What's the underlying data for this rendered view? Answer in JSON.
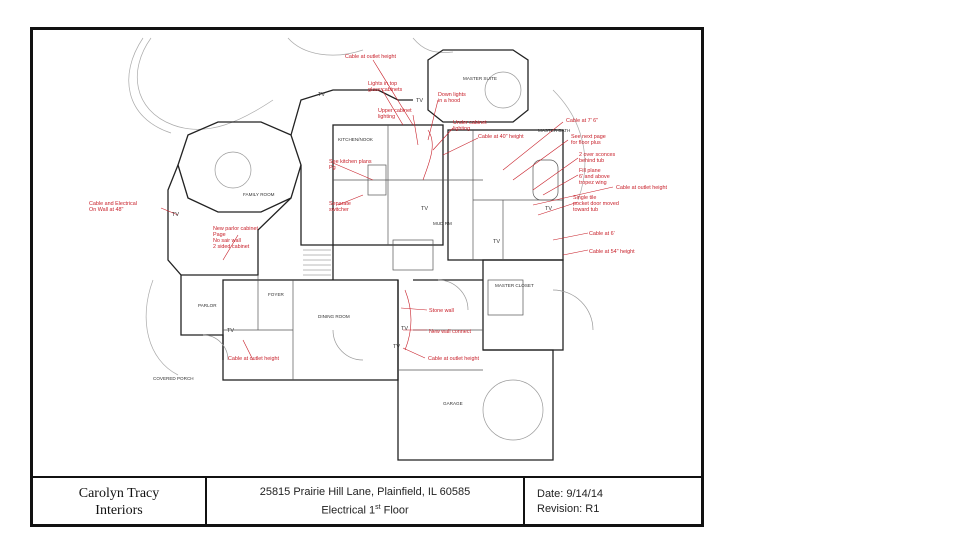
{
  "title_block": {
    "company_line1": "Carolyn Tracy",
    "company_line2": "Interiors",
    "address": "25815 Prairie Hill Lane, Plainfield, IL  60585",
    "drawing_prefix": "Electrical 1",
    "drawing_sup": "st",
    "drawing_suffix": " Floor",
    "date": "Date:  9/14/14",
    "revision": "Revision: R1"
  },
  "rooms": {
    "master_suite": "MASTER SUITE",
    "master_bath": "MASTER BATH",
    "kitchen": "KITCHEN/NOOK",
    "family_room": "FAMILY ROOM",
    "foyer": "FOYER",
    "parlor": "PARLOR",
    "dining_room": "DINING ROOM",
    "master_closet": "MASTER CLOSET",
    "garage": "GARAGE",
    "covered_porch": "COVERED PORCH",
    "mud_rm": "MUD RM"
  },
  "tv_label": "TV",
  "notes": {
    "n1": "Cable at outlet height",
    "n2": "Lights in top",
    "n2b": "glass cabinets",
    "n3": "Down lights",
    "n3b": "in a hood",
    "n4": "Upper cabinet",
    "n4b": "lighting",
    "n5": "Under cabinet",
    "n5b": "lighting",
    "n6": "Cable at 40\" height",
    "n7": "Cable at 7' 6\"",
    "n8": "See next page",
    "n8b": "for floor plus",
    "n9": "2 over sconces",
    "n9b": "behind tub",
    "n10": "Fill plane",
    "n10b": "6' and above",
    "n10c": "tropez wing",
    "n11": "Cable at outlet height",
    "n12": "Single tile",
    "n12b": "pocket door moved",
    "n12c": "toward tub",
    "n13": "Cable at 6'",
    "n14": "Cable at 54\" height",
    "n15": "See kitchen plans",
    "n15b": "Pg",
    "n16": "Separate",
    "n16b": "switcher",
    "n17": "Cable and Electrical",
    "n17b": "On Wall at 48\"",
    "n18": "New parlor cabinet",
    "n18b": "Page",
    "n18c": "No sair wall",
    "n18d": "2 sided cabinet",
    "n19": "Stone wall",
    "n20": "New wall connect",
    "n21": "Cable at outlet height",
    "n22": "Cable at outlet height"
  }
}
